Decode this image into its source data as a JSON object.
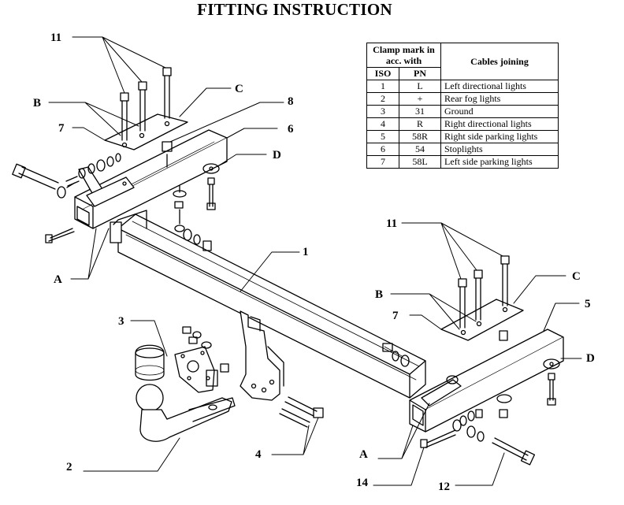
{
  "title": "FITTING INSTRUCTION",
  "table": {
    "header_clamp": "Clamp mark in acc. with",
    "header_iso": "ISO",
    "header_pn": "PN",
    "header_cables": "Cables joining",
    "rows": [
      {
        "iso": "1",
        "pn": "L",
        "desc": "Left directional lights"
      },
      {
        "iso": "2",
        "pn": "+",
        "desc": "Rear fog lights"
      },
      {
        "iso": "3",
        "pn": "31",
        "desc": "Ground"
      },
      {
        "iso": "4",
        "pn": "R",
        "desc": "Right directional lights"
      },
      {
        "iso": "5",
        "pn": "58R",
        "desc": "Right side parking lights"
      },
      {
        "iso": "6",
        "pn": "54",
        "desc": "Stoplights"
      },
      {
        "iso": "7",
        "pn": "58L",
        "desc": "Left side parking lights"
      }
    ]
  },
  "labels": {
    "l11a": "11",
    "lBa": "B",
    "l7a": "7",
    "lCa": "C",
    "l8": "8",
    "l6": "6",
    "lDa": "D",
    "lAa": "A",
    "l1": "1",
    "l11b": "11",
    "lBb": "B",
    "l7b": "7",
    "lCb": "C",
    "l5": "5",
    "lDb": "D",
    "l3": "3",
    "l2": "2",
    "l4": "4",
    "lAb": "A",
    "l14": "14",
    "l12": "12"
  }
}
